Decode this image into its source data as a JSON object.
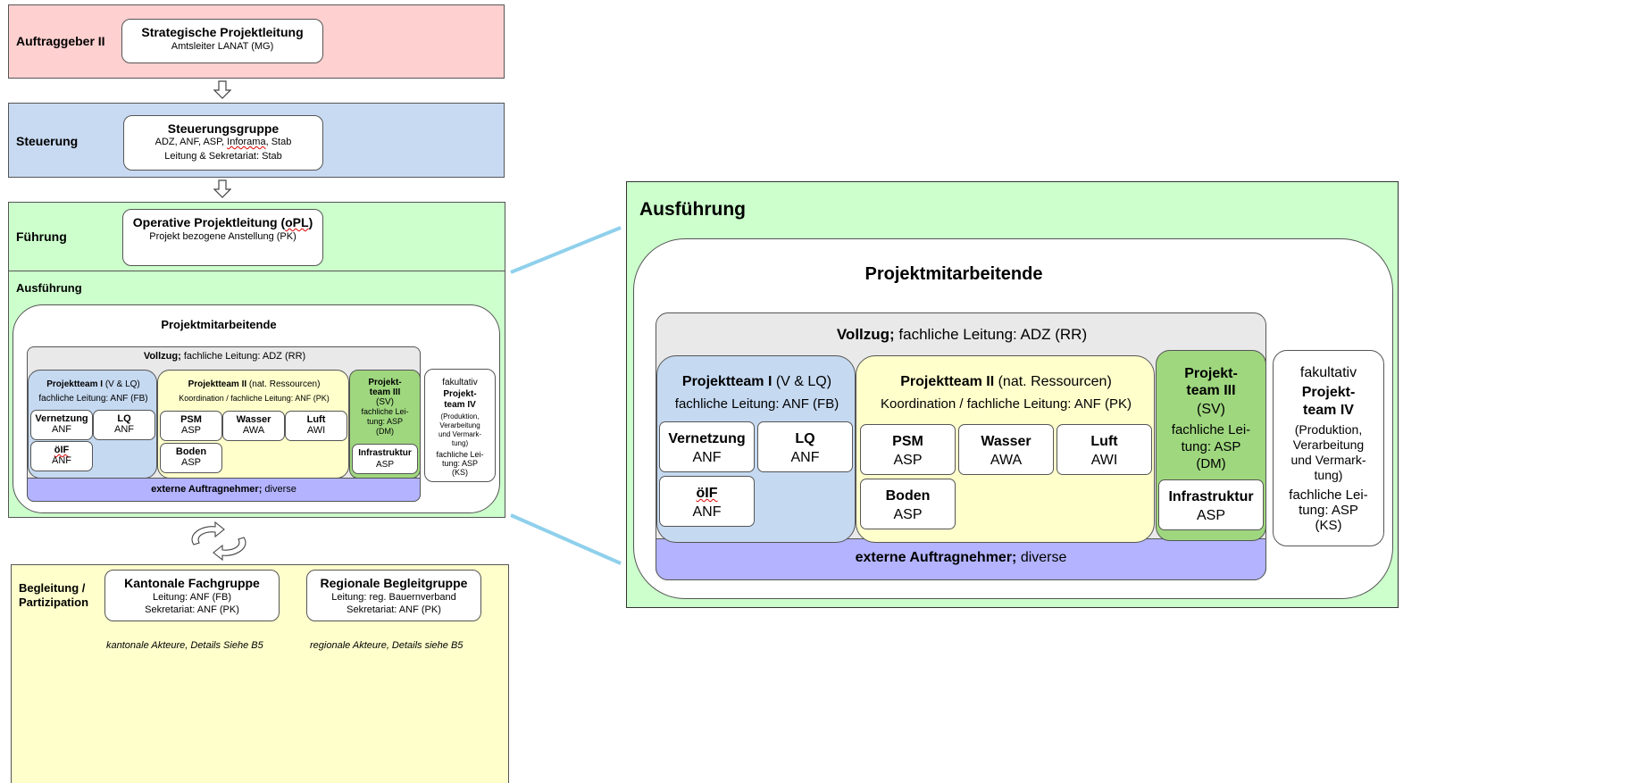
{
  "colors": {
    "auftraggeber_bg": "#ffd0d0",
    "steuerung_bg": "#c8daf2",
    "fuehrung_bg": "#ccffcc",
    "begleitung_bg": "#ffffcc",
    "vollzug_bg": "#e9e9e9",
    "team1_bg": "#c5d9f1",
    "team2_bg": "#ffffcc",
    "team3_bg": "#9fd77f",
    "extern_bg": "#b3b3ff",
    "connector_line": "#8fd0ec"
  },
  "bands": {
    "auftraggeber": {
      "label": "Auftraggeber II",
      "box_title": "Strategische Projektleitung",
      "box_line1": "Amtsleiter LANAT (MG)"
    },
    "steuerung": {
      "label": "Steuerung",
      "box_title": "Steuerungsgruppe",
      "box_line1_pre": "ADZ, ANF, ASP, ",
      "box_line1_flag": "Inforama",
      "box_line1_post": ", Stab",
      "box_line2": "Leitung & Sekretariat: Stab"
    },
    "fuehrung": {
      "label": "Führung",
      "box_title_pre": "Operative Projektleitung (",
      "box_title_flag": "oPL",
      "box_title_post": ")",
      "box_line1": "Projekt bezogene Anstellung (PK)"
    },
    "begleitung": {
      "label_line1": "Begleitung /",
      "label_line2": "Partizipation",
      "kantonal": {
        "title": "Kantonale Fachgruppe",
        "line1": "Leitung: ANF (FB)",
        "line2": "Sekretariat: ANF (PK)",
        "note": "kantonale Akteure, Details Siehe B5"
      },
      "regional": {
        "title": "Regionale Begleitgruppe",
        "line1": "Leitung: reg. Bauernverband",
        "line2": "Sekretariat: ANF (PK)",
        "note": "regionale Akteure, Details siehe B5"
      }
    }
  },
  "ausfuehrung": {
    "label": "Ausführung",
    "mitarbeitende": "Projektmitarbeitende",
    "vollzug_bold": "Vollzug;",
    "vollzug_rest": " fachliche Leitung: ADZ (RR)",
    "team1": {
      "title_bold": "Projektteam I",
      "title_rest": " (V & LQ)",
      "subtitle": "fachliche Leitung: ANF (FB)",
      "cells": [
        {
          "name": "Vernetzung",
          "org": "ANF"
        },
        {
          "name": "LQ",
          "org": "ANF"
        },
        {
          "name": "öIF",
          "org": "ANF"
        }
      ]
    },
    "team2": {
      "title_bold": "Projektteam II",
      "title_rest": " (nat. Ressourcen)",
      "subtitle": "Koordination / fachliche Leitung: ANF (PK)",
      "cells": [
        {
          "name": "PSM",
          "org": "ASP"
        },
        {
          "name": "Wasser",
          "org": "AWA"
        },
        {
          "name": "Luft",
          "org": "AWI"
        },
        {
          "name": "Boden",
          "org": "ASP"
        }
      ]
    },
    "team3": {
      "title_l1": "Projekt-",
      "title_l2": "team III",
      "abbr": "(SV)",
      "lead_l1": "fachliche Lei-",
      "lead_l2": "tung: ASP",
      "lead_l3": "(DM)",
      "cell": {
        "name": "Infrastruktur",
        "org": "ASP"
      }
    },
    "team4": {
      "pre": "fakultativ",
      "title_l1": "Projekt-",
      "title_l2": "team IV",
      "desc_l1": "(Produktion,",
      "desc_l2": "Verarbeitung",
      "desc_l3": "und Vermark-",
      "desc_l4": "tung)",
      "lead_l1": "fachliche Lei-",
      "lead_l2": "tung: ASP",
      "lead_l3": "(KS)"
    },
    "extern_bold": "externe Auftragnehmer;",
    "extern_rest": " diverse"
  },
  "icons": {
    "down_arrow": "down-arrow-icon",
    "cycle": "cycle-arrows-icon"
  }
}
